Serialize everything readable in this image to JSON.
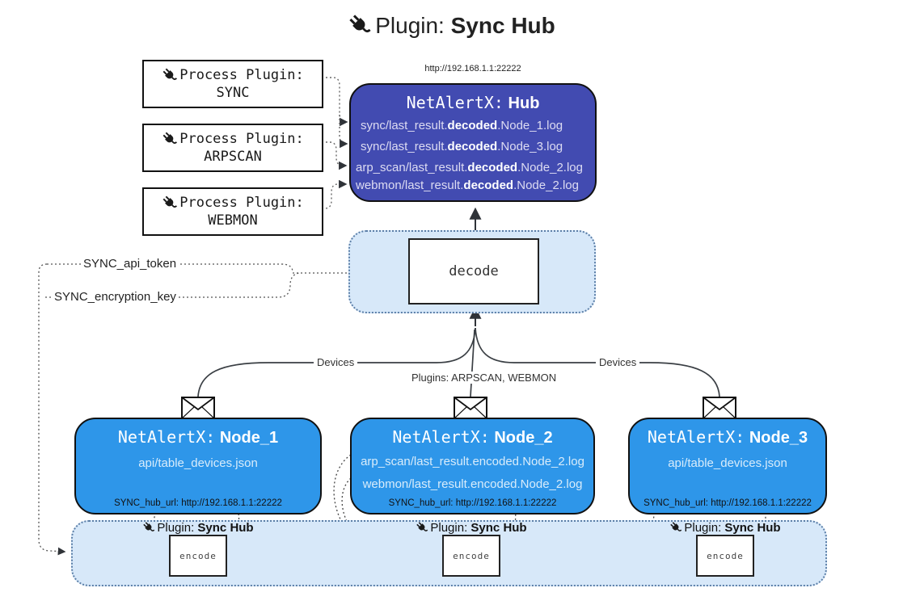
{
  "title": {
    "prefix": "Plugin:",
    "name": "Sync Hub",
    "icon": "plug-icon"
  },
  "process_plugins": {
    "label": "Process Plugin:",
    "items": [
      "SYNC",
      "ARPSCAN",
      "WEBMON"
    ]
  },
  "hub": {
    "url": "http://192.168.1.1:22222",
    "prefix": "NetAlertX:",
    "name": "Hub",
    "logs": [
      {
        "pre": "sync/last_result.",
        "bold": "decoded",
        "post": ".Node_1.log"
      },
      {
        "pre": "sync/last_result.",
        "bold": "decoded",
        "post": ".Node_3.log"
      },
      {
        "pre": "arp_scan/last_result.",
        "bold": "decoded",
        "post": ".Node_2.log"
      },
      {
        "pre": "webmon/last_result.",
        "bold": "decoded",
        "post": ".Node_2.log"
      }
    ]
  },
  "decode_label": "decode",
  "secrets": {
    "api_token": "SYNC_api_token",
    "encryption_key": "SYNC_encryption_key"
  },
  "edge_labels": {
    "left": "Devices",
    "center": "Plugins: ARPSCAN, WEBMON",
    "right": "Devices"
  },
  "nodes": [
    {
      "prefix": "NetAlertX:",
      "name": "Node_1",
      "files": [
        "api/table_devices.json"
      ],
      "hub_url": "SYNC_hub_url: http://192.168.1.1:22222"
    },
    {
      "prefix": "NetAlertX:",
      "name": "Node_2",
      "files": [
        "arp_scan/last_result.encoded.Node_2.log",
        "webmon/last_result.encoded.Node_2.log"
      ],
      "hub_url": "SYNC_hub_url: http://192.168.1.1:22222"
    },
    {
      "prefix": "NetAlertX:",
      "name": "Node_3",
      "files": [
        "api/table_devices.json"
      ],
      "hub_url": "SYNC_hub_url: http://192.168.1.1:22222"
    }
  ],
  "encoder": {
    "plugin_prefix": "Plugin:",
    "plugin_name": "Sync Hub",
    "box_label": "encode"
  },
  "colors": {
    "hub_bg": "#424BB1",
    "node_bg": "#2E96E9",
    "panel_bg": "#D7E8F9",
    "panel_border": "#5C7FA8",
    "log_text": "#DDDCF2",
    "node_file_text": "#D8ECFB"
  }
}
